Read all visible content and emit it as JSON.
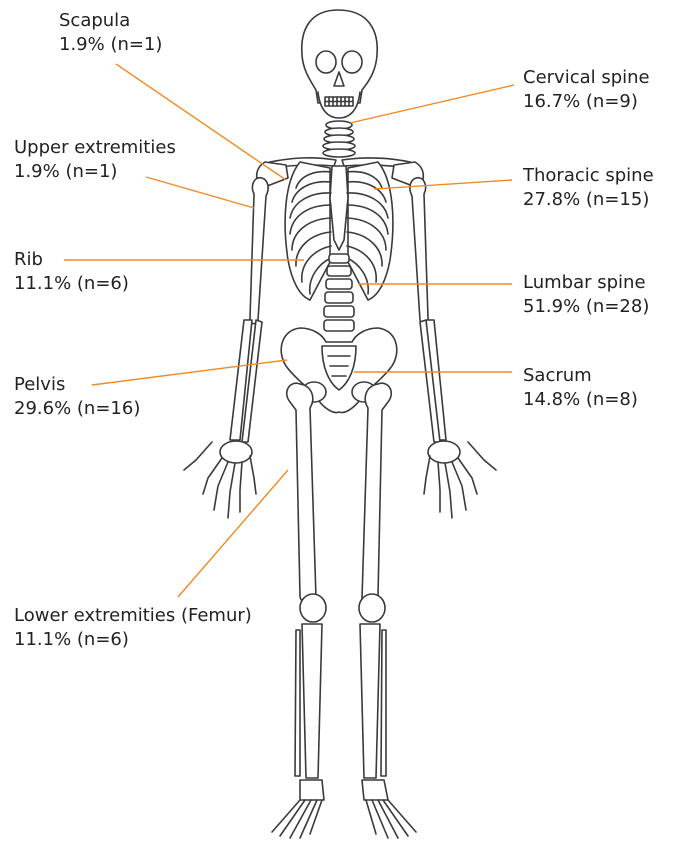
{
  "colors": {
    "leader": "#F08A24",
    "bone_stroke": "#3a3a3a",
    "bone_fill": "#ffffff",
    "text": "#222222"
  },
  "labels": {
    "scapula": {
      "name": "Scapula",
      "stat": "1.9% (n=1)"
    },
    "upper": {
      "name": "Upper extremities",
      "stat": "1.9% (n=1)"
    },
    "rib": {
      "name": "Rib",
      "stat": "11.1% (n=6)"
    },
    "pelvis": {
      "name": "Pelvis",
      "stat": "29.6% (n=16)"
    },
    "lower": {
      "name": "Lower extremities (Femur)",
      "stat": "11.1% (n=6)"
    },
    "cervical": {
      "name": "Cervical spine",
      "stat": "16.7% (n=9)"
    },
    "thoracic": {
      "name": "Thoracic spine",
      "stat": "27.8% (n=15)"
    },
    "lumbar": {
      "name": "Lumbar spine",
      "stat": "51.9% (n=28)"
    },
    "sacrum": {
      "name": "Sacrum",
      "stat": "14.8% (n=8)"
    }
  }
}
